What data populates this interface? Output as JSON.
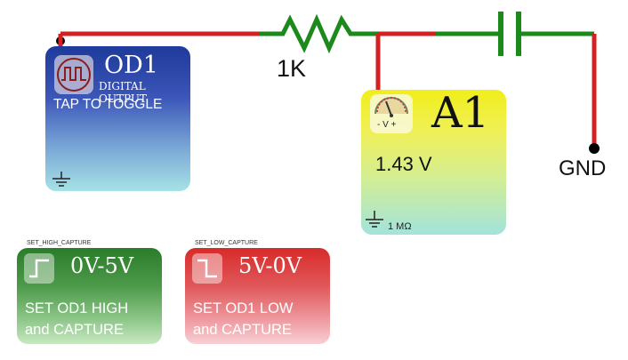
{
  "circuit": {
    "resistor_label": "1K",
    "ground_label": "GND",
    "wire_color": "#d32020",
    "component_color": "#1b8a1b"
  },
  "od1": {
    "title": "OD1",
    "subtitle": "DIGITAL OUTPUT",
    "action_text": "TAP TO TOGGLE",
    "icon": "square-wave-icon"
  },
  "a1": {
    "title": "A1",
    "value": "1.43 V",
    "impedance": "1 MΩ",
    "meter_label": "- V +",
    "icon": "voltmeter-icon"
  },
  "buttons": {
    "high": {
      "caption": "SET_HIGH_CAPTURE",
      "range": "0V-5V",
      "line1": "SET OD1 HIGH",
      "line2": "and CAPTURE",
      "icon": "rising-edge-icon"
    },
    "low": {
      "caption": "SET_LOW_CAPTURE",
      "range": "5V-0V",
      "line1": "SET OD1 LOW",
      "line2": "and CAPTURE",
      "icon": "falling-edge-icon"
    }
  }
}
